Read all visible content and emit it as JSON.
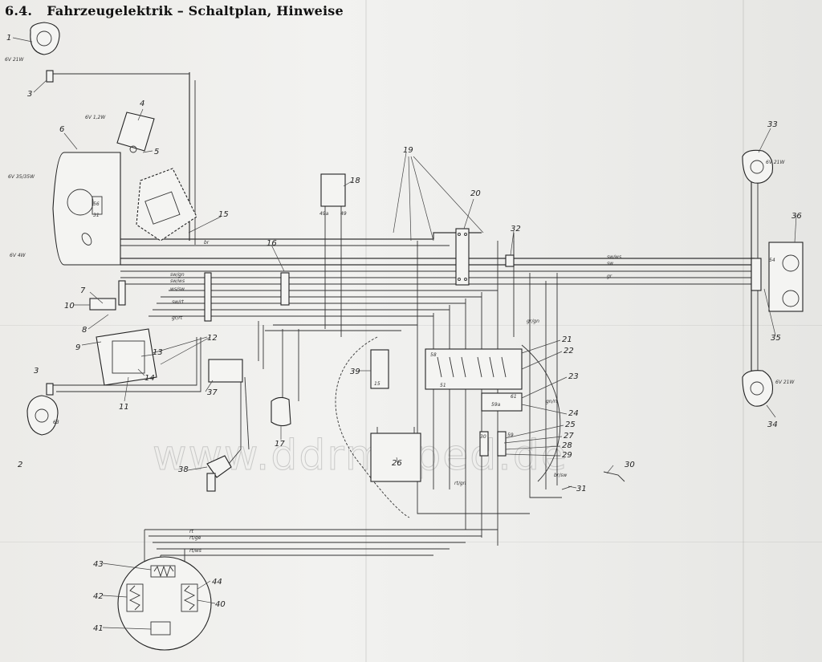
{
  "section_number": "6.4.",
  "section_title": "Fahrzeugelektrik – Schaltplan, Hinweise",
  "watermark": "www.ddrmoped.de",
  "component_numbers": [
    "1",
    "2",
    "3",
    "3",
    "4",
    "5",
    "6",
    "7",
    "8",
    "9",
    "10",
    "11",
    "12",
    "13",
    "14",
    "15",
    "16",
    "17",
    "18",
    "19",
    "20",
    "21",
    "22",
    "23",
    "24",
    "25",
    "26",
    "27",
    "28",
    "29",
    "30",
    "31",
    "32",
    "33",
    "34",
    "35",
    "36",
    "37",
    "38",
    "39",
    "40",
    "41",
    "42",
    "43",
    "44"
  ],
  "spec_labels": {
    "tail_lamp": "6V 21W",
    "speedo_lamp": "6V 1,2W",
    "headlamp": "6V 35/35W",
    "parking_lamp": "6V 4W",
    "indicator_front": "6V 21W",
    "indicator_rear": "6V 21W"
  },
  "wire_codes": [
    "sw/gn",
    "sw/ws",
    "ws/sw",
    "sw/rt",
    "gr/rt",
    "gr/gn",
    "gn/rt",
    "br",
    "sw",
    "gr",
    "rt",
    "rt/gn",
    "rt/ws",
    "br/sw",
    "rt/ge",
    "sw/ws"
  ],
  "terminal_labels": [
    "58",
    "56",
    "31",
    "54",
    "30",
    "15",
    "61",
    "59",
    "59a",
    "51",
    "63",
    "49a",
    "49"
  ]
}
